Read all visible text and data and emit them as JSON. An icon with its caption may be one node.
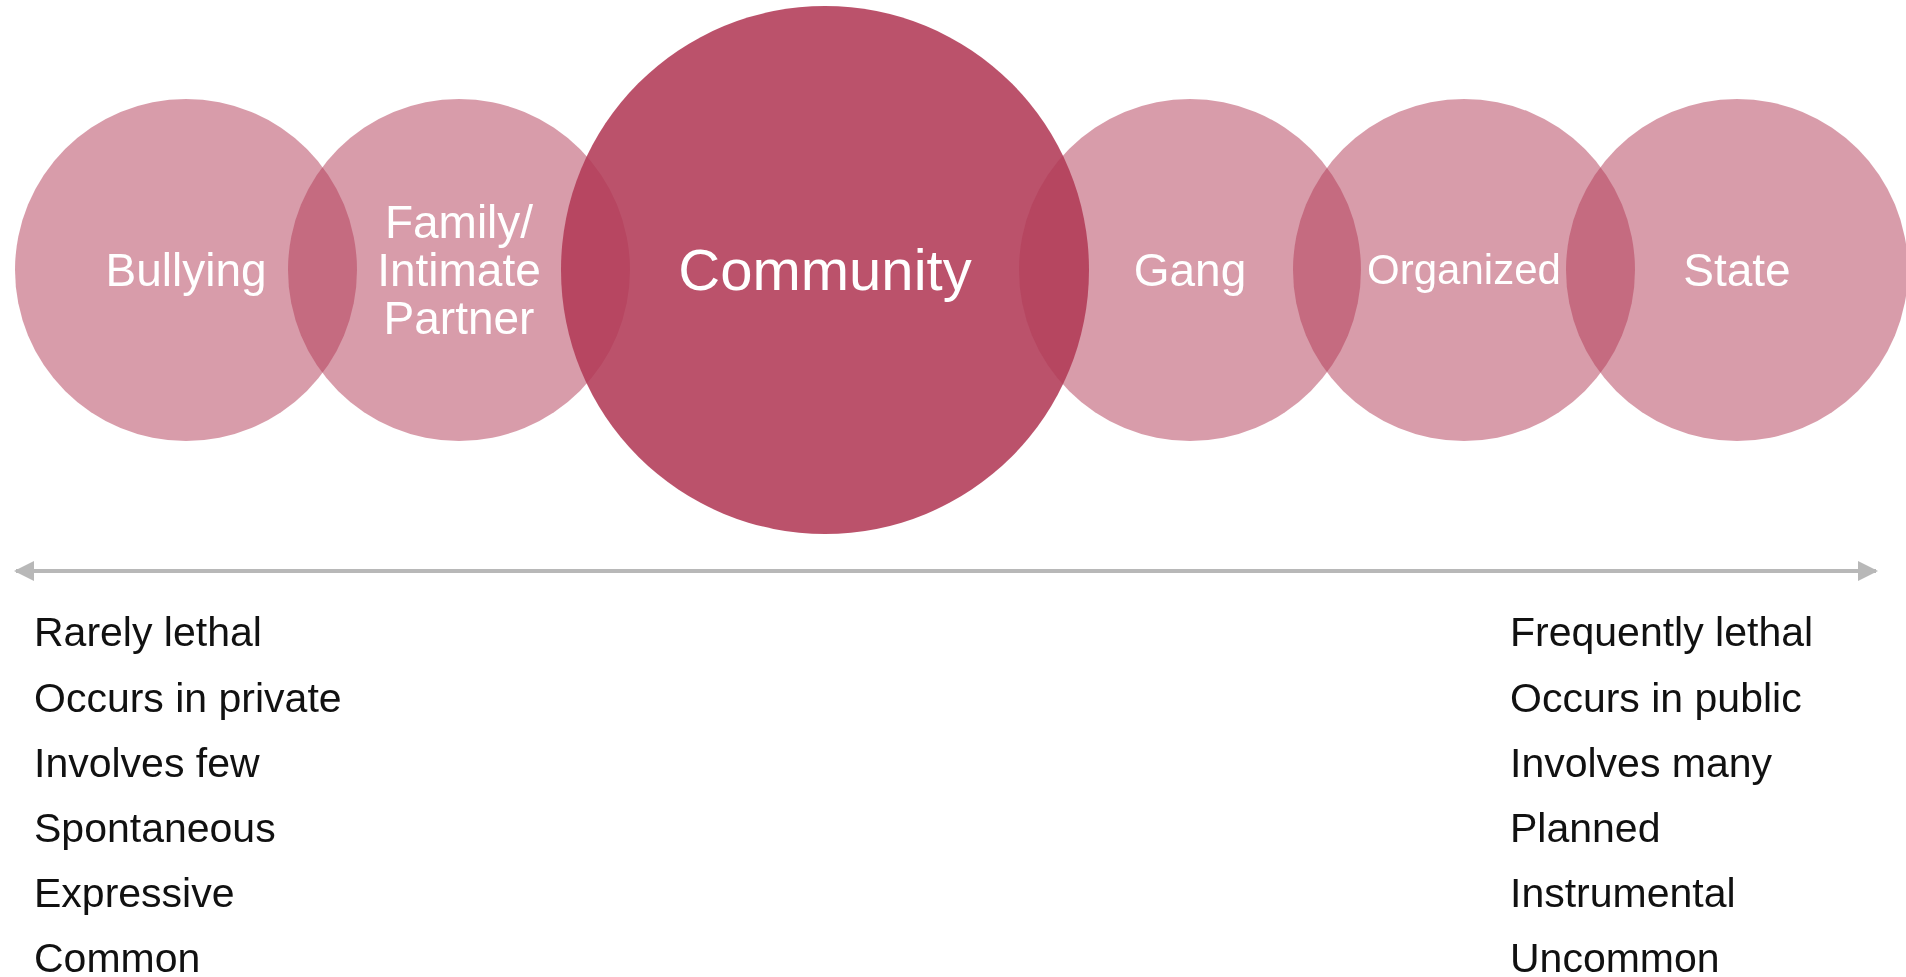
{
  "diagram": {
    "nodes": [
      {
        "text": [
          "Bullying"
        ]
      },
      {
        "text": [
          "Family/ Intimate Partner"
        ]
      },
      {
        "text": [
          "Community"
        ]
      },
      {
        "text": [
          "Gang"
        ]
      },
      {
        "text": [
          "Organized"
        ]
      },
      {
        "text": [
          "State"
        ]
      }
    ],
    "labels": [
      "Rarely lethal",
      "Frequently lethal",
      "Occurs in private",
      "Occurs in public",
      "Involves few",
      "Involves many",
      "Spontaneous",
      "Planned",
      "Expressive",
      "Instrumental",
      "Common",
      "Uncommon"
    ]
  }
}
